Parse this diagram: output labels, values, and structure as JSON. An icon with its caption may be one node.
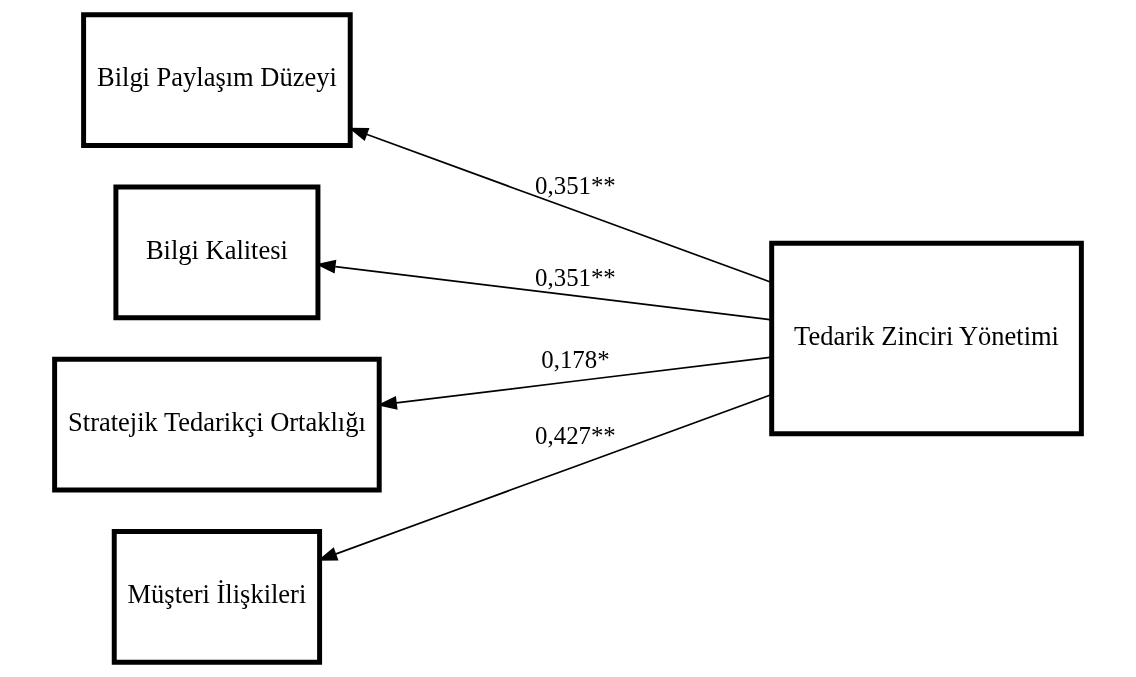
{
  "diagram": {
    "nodes": [
      {
        "text": [
          "Bilgi Paylaşım Düzeyi"
        ]
      },
      {
        "text": [
          "Bilgi Kalitesi"
        ]
      },
      {
        "text": [
          "Stratejik Tedarikçi Ortaklığı"
        ]
      },
      {
        "text": [
          "Müşteri İlişkileri"
        ]
      },
      {
        "text": [
          "Tedarik Zinciri Yönetimi"
        ]
      }
    ],
    "edges": [
      {
        "from": 4,
        "to": 0,
        "arrow": "to",
        "label": "0,351**"
      },
      {
        "from": 4,
        "to": 1,
        "arrow": "to",
        "label": "0,351**"
      },
      {
        "from": 4,
        "to": 2,
        "arrow": "to",
        "label": "0,178*"
      },
      {
        "from": 4,
        "to": 3,
        "arrow": "to",
        "label": "0,427**"
      }
    ]
  }
}
